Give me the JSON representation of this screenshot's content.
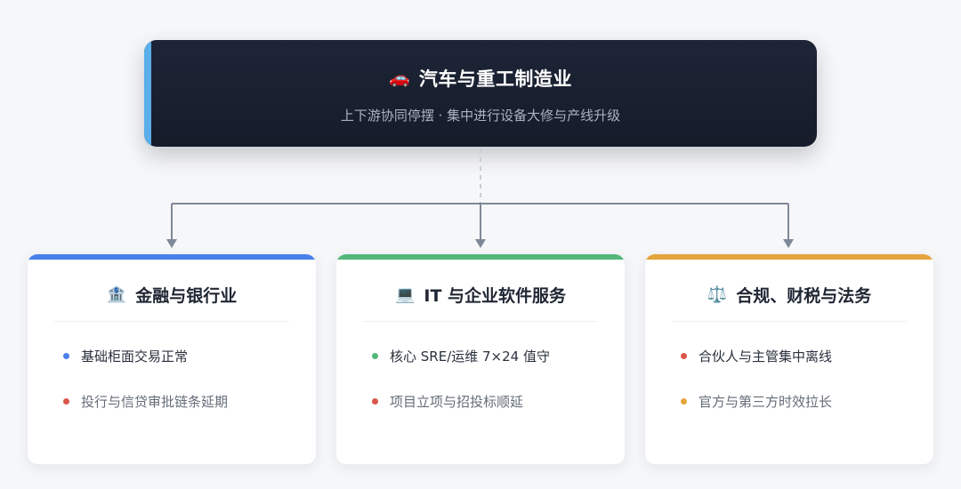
{
  "top": {
    "icon": "car-icon",
    "icon_glyph": "🚗",
    "title": "汽车与重工制造业",
    "subtitle": "上下游协同停摆 · 集中进行设备大修与产线升级",
    "accent_color": "#5aaee9"
  },
  "cards": [
    {
      "icon": "bank-icon",
      "icon_glyph": "🏦",
      "title": "金融与银行业",
      "bar_color": "#4a80e8",
      "items": [
        {
          "text": "基础柜面交易正常",
          "dot_color": "#4a80e8",
          "text_color": "#2a313d"
        },
        {
          "text": "投行与信贷审批链条延期",
          "dot_color": "#d9574a",
          "text_color": "#646c78"
        }
      ]
    },
    {
      "icon": "laptop-icon",
      "icon_glyph": "💻",
      "title": "IT 与企业软件服务",
      "bar_color": "#54b77a",
      "items": [
        {
          "text": "核心 SRE/运维 7×24 值守",
          "dot_color": "#54b77a",
          "text_color": "#2a313d"
        },
        {
          "text": "项目立项与招投标顺延",
          "dot_color": "#d9574a",
          "text_color": "#646c78"
        }
      ]
    },
    {
      "icon": "scales-icon",
      "icon_glyph": "⚖️",
      "title": "合规、财税与法务",
      "bar_color": "#e5a33b",
      "items": [
        {
          "text": "合伙人与主管集中离线",
          "dot_color": "#d9574a",
          "text_color": "#2a313d"
        },
        {
          "text": "官方与第三方时效拉长",
          "dot_color": "#e5a33b",
          "text_color": "#646c78"
        }
      ]
    }
  ],
  "connector_color": "#7f8896"
}
